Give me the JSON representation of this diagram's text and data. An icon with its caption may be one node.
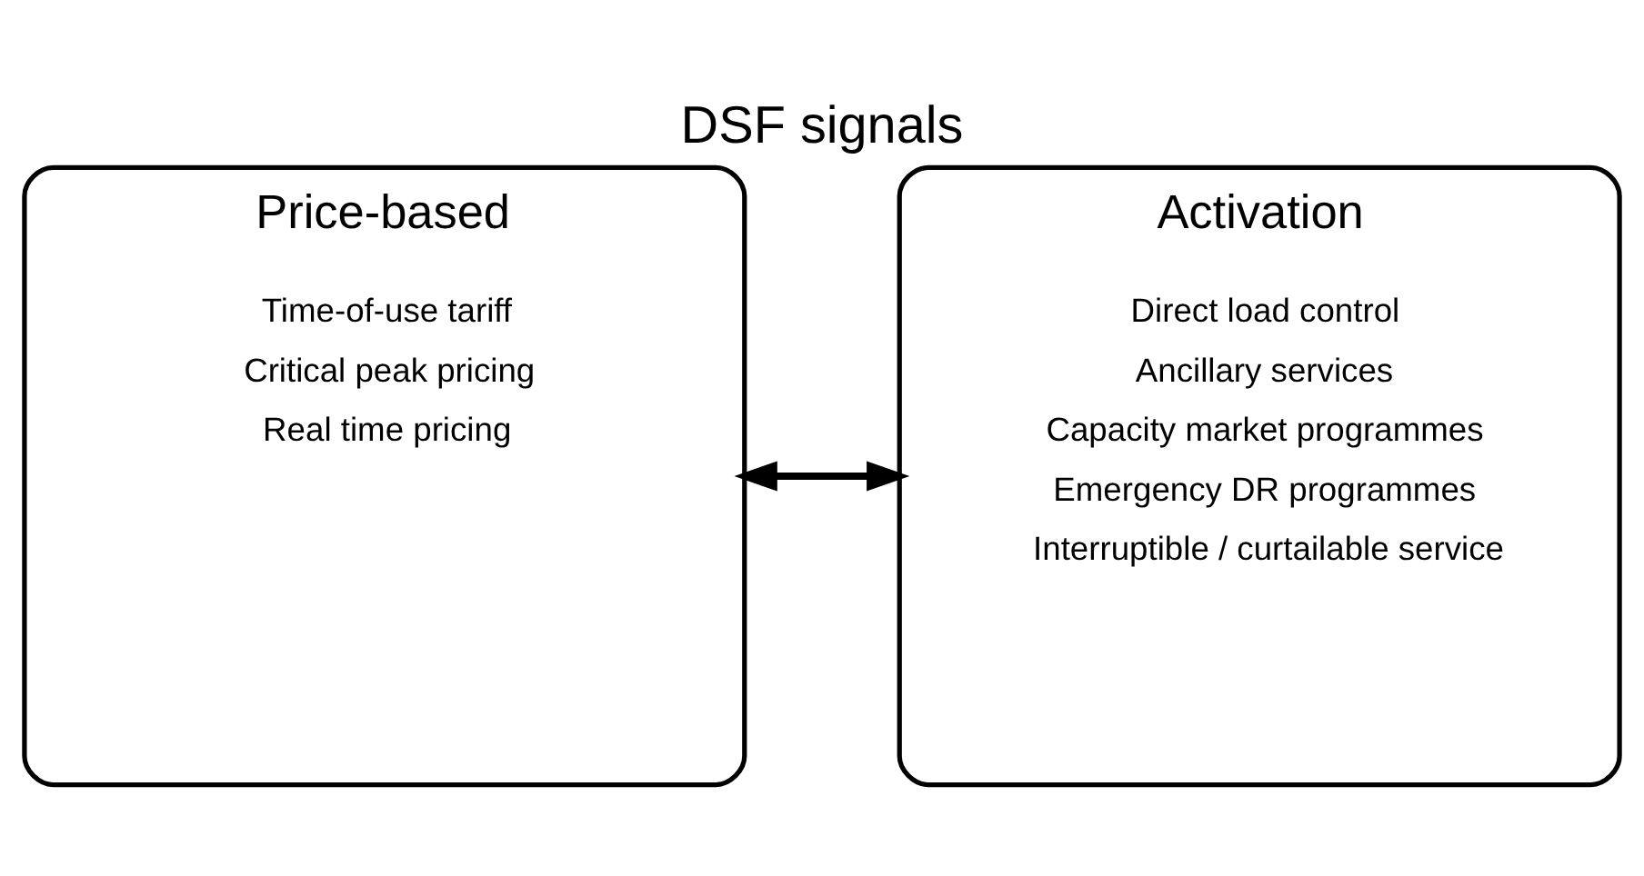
{
  "diagram": {
    "title": "DSF signals",
    "nodes": [
      {
        "text": [
          "Price-based",
          "Time-of-use tariff",
          "Critical peak pricing",
          "Real time pricing"
        ]
      },
      {
        "text": [
          "Activation",
          "Direct load control",
          "Ancillary services",
          "Capacity market programmes",
          "Emergency DR programmes",
          "Interruptible / curtailable service"
        ]
      }
    ],
    "edges": [
      {
        "from": 0,
        "to": 1,
        "arrow": "both"
      }
    ]
  }
}
